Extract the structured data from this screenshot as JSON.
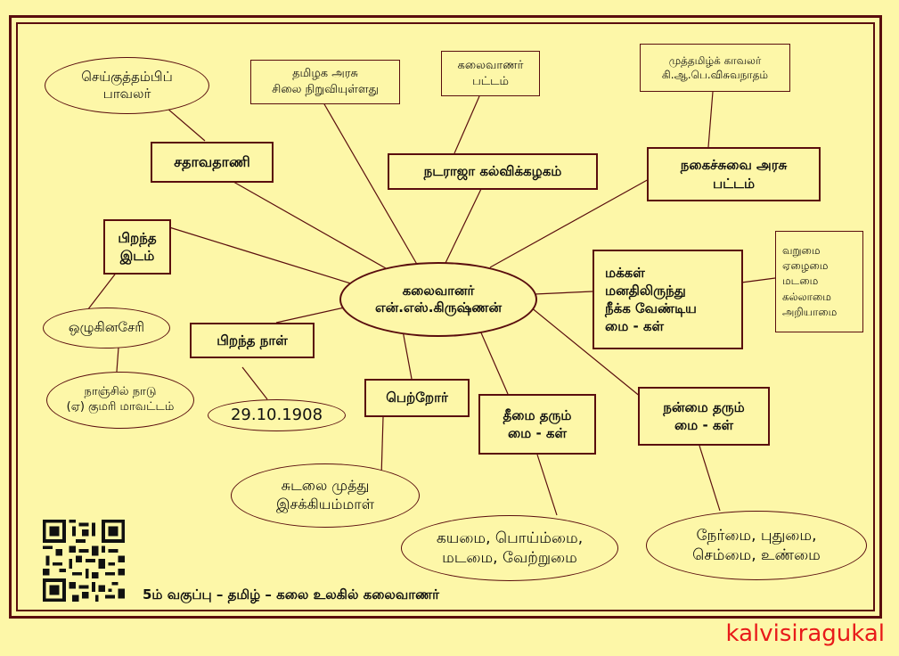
{
  "center": "கலைவானர்\nஎன்.எஸ்.கிருஷ்ணன்",
  "satavadhani": "சதாவதாணி",
  "seikuthambi": "செய்குத்தம்பிப்\nபாவலர்",
  "silai": "தமிழக அரசு\nசிலை நிறுவியுள்ளது",
  "kalaivanar_pattam": "கலைவாணர்\nபட்டம்",
  "natarajaa": "நடராஜா கல்விக்கழகம்",
  "muthamil": "முத்தமிழ்க் காவலர்\nகி.ஆ.பெ.விசுவநாதம்",
  "nagaichuvai": "நகைச்சுவை அரசு\nபட்டம்",
  "pirantha_idam": "பிறந்த\nஇடம்",
  "ozhuginaseri": "ஒழுகினசேரி",
  "nanjil": "நாஞ்சில் நாடு\n(ஏ) குமரி மாவட்டம்",
  "pirantha_naal": "பிறந்த நாள்",
  "date": "29.10.1908",
  "petror": "பெற்றோர்",
  "sudalai": "சுடலை முத்து\nஇசக்கியம்மாள்",
  "theemai": "தீமை தரும்\nமை - கள்",
  "theemai_list": "கயமை, பொய்ம்மை,\nமடமை, வேற்றுமை",
  "nanmai": "நன்மை தரும்\nமை - கள்",
  "nanmai_list": "நேர்மை, புதுமை,\nசெம்மை, உண்மை",
  "makkal": "மக்கள்\nமனதிலிருந்து\nநீக்க வேண்டிய\nமை - கள்",
  "makkal_list": "வறுமை\nஏழைமை\nமடமை\nகல்லாமை\nஅறியாமை",
  "footer": "5ம் வகுப்பு – தமிழ் – கலை உலகில் கலைவாணர்",
  "brand": "kalvisiragukal",
  "colors": {
    "background": "#fdf7a8",
    "border": "#5a0e0e",
    "brand": "#e81a1a"
  }
}
